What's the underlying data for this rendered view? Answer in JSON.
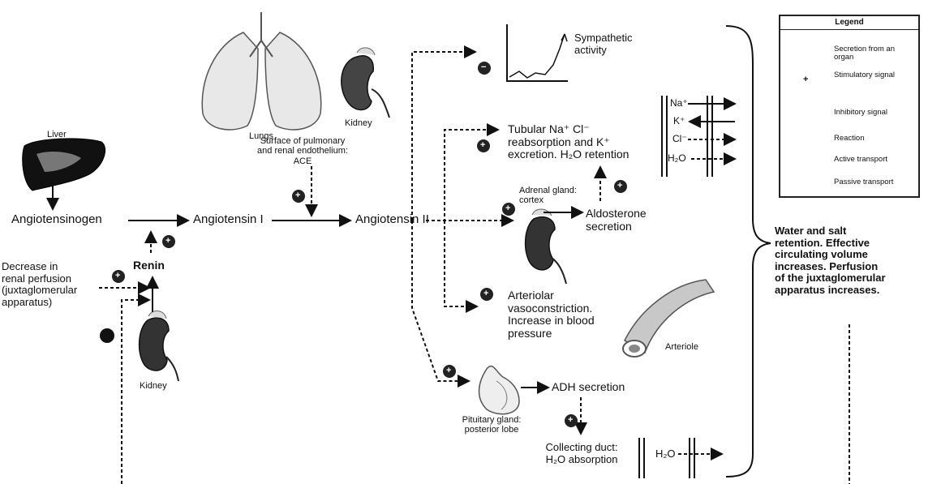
{
  "legend": {
    "title": "Legend",
    "items": [
      {
        "label": "Secretion from an organ"
      },
      {
        "label": "Stimulatory signal",
        "symbol": "+"
      },
      {
        "label": "Inhibitory signal"
      },
      {
        "label": "Reaction"
      },
      {
        "label": "Active transport"
      },
      {
        "label": "Passive transport"
      }
    ]
  },
  "organs": {
    "liver": "Liver",
    "lungs": "Lungs",
    "kidney_top": "Kidney",
    "kidney_bottom": "Kidney",
    "arteriole": "Arteriole",
    "pituitary": "Pituitary gland: posterior lobe",
    "adrenal": "Adrenal gland: cortex"
  },
  "pathway": {
    "angiotensinogen": "Angiotensinogen",
    "angiotensin1": "Angiotensin I",
    "angiotensin2": "Angiotensin II",
    "renin": "Renin",
    "ace_line1": "Surface of pulmonary",
    "ace_line2": "and renal endothelium:",
    "ace_line3": "ACE",
    "perfusion_line1": "Decrease in",
    "perfusion_line2": "renal perfusion",
    "perfusion_line3": "(juxtaglomerular",
    "perfusion_line4": "apparatus)"
  },
  "effects": {
    "sympathetic_line1": "Sympathetic",
    "sympathetic_line2": "activity",
    "tubular_line1": "Tubular Na⁺ Cl⁻",
    "tubular_line2": "reabsorption and K⁺",
    "tubular_line3": "excretion. H₂O retention",
    "aldosterone_line1": "Aldosterone",
    "aldosterone_line2": "secretion",
    "arteriolar_line1": "Arteriolar",
    "arteriolar_line2": "vasoconstriction.",
    "arteriolar_line3": "Increase in blood",
    "arteriolar_line4": "pressure",
    "adh": "ADH secretion",
    "collecting_line1": "Collecting duct:",
    "collecting_line2": "H₂O absorption"
  },
  "ions": {
    "na": "Na⁺",
    "k": "K⁺",
    "cl": "Cl⁻",
    "h2o": "H₂O",
    "h2o_duct": "H₂O"
  },
  "outcome": {
    "line1": "Water and salt",
    "line2": "retention. Effective",
    "line3": "circulating volume",
    "line4": "increases. Perfusion",
    "line5": "of the juxtaglomerular",
    "line6": "apparatus increases."
  },
  "signs": {
    "plus": "+",
    "minus": "−"
  }
}
